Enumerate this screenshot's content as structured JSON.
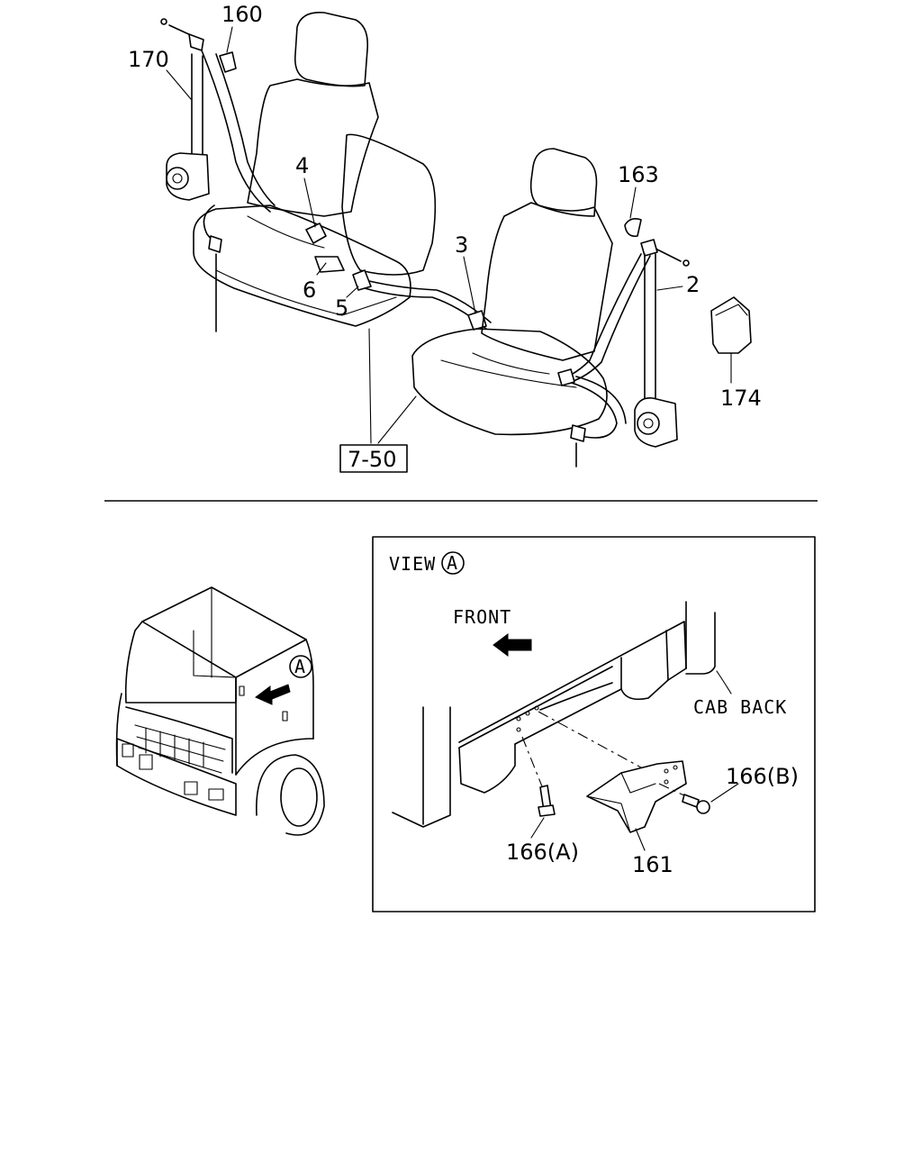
{
  "top_callouts": {
    "c160": "160",
    "c170": "170",
    "c4": "4",
    "c163": "163",
    "c3": "3",
    "c2": "2",
    "c6": "6",
    "c5": "5",
    "c174": "174",
    "ref_box": "7-50"
  },
  "cab_view": {
    "marker": "A"
  },
  "detail_view": {
    "title": "VIEW",
    "marker": "A",
    "front_label": "FRONT",
    "cab_back_label": "CAB BACK",
    "c166b": "166(B)",
    "c166a": "166(A)",
    "c161": "161"
  },
  "icons": [
    "arrow-icon",
    "circled-letter-icon"
  ]
}
